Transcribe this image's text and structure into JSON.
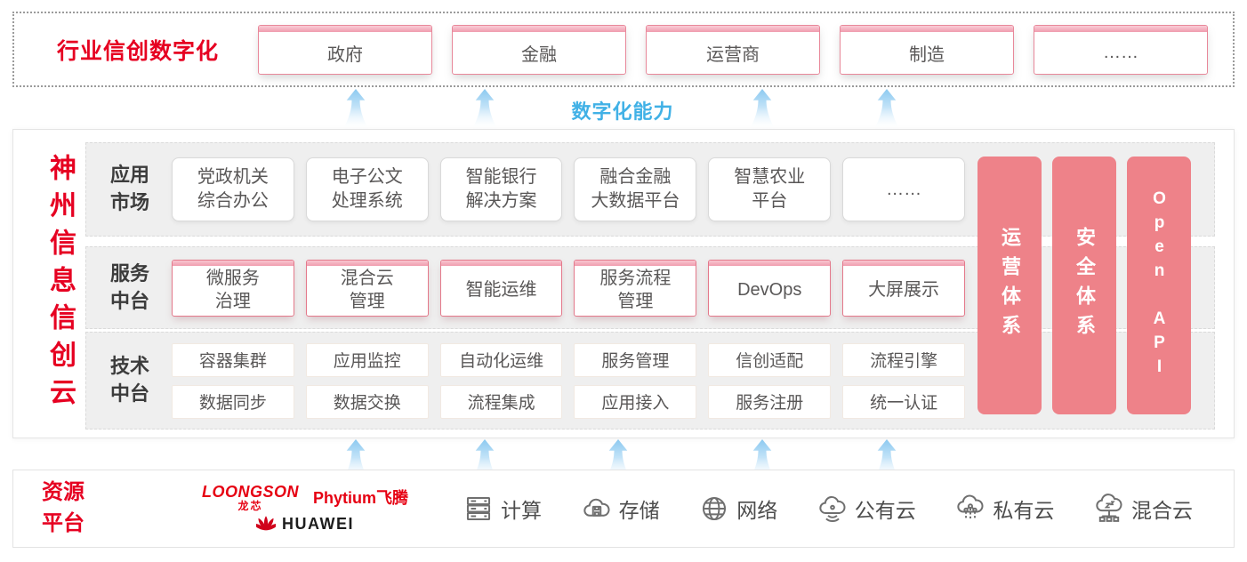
{
  "industry": {
    "label": "行业信创数字化",
    "sectors": [
      "政府",
      "金融",
      "运营商",
      "制造",
      "……"
    ]
  },
  "capability_label": "数字化能力",
  "cloud": {
    "title": "神州信息信创云",
    "rows": [
      {
        "label": "应用\n市场",
        "boxes": [
          "党政机关\n综合办公",
          "电子公文\n处理系统",
          "智能银行\n解决方案",
          "融合金融\n大数据平台",
          "智慧农业\n平台",
          "……"
        ]
      },
      {
        "label": "服务\n中台",
        "boxes": [
          "微服务\n治理",
          "混合云\n管理",
          "智能运维",
          "服务流程\n管理",
          "DevOps",
          "大屏展示"
        ]
      },
      {
        "label": "技术\n中台",
        "boxes_top": [
          "容器集群",
          "应用监控",
          "自动化运维",
          "服务管理",
          "信创适配",
          "流程引擎"
        ],
        "boxes_bottom": [
          "数据同步",
          "数据交换",
          "流程集成",
          "应用接入",
          "服务注册",
          "统一认证"
        ]
      }
    ],
    "pillars": [
      "运营体系",
      "安全体系",
      "Open API"
    ]
  },
  "resources": {
    "label": "资源\n平台",
    "vendors": {
      "loongson": "LOONGSON",
      "loongson_sub": "龙芯",
      "phytium": "Phytium飞腾",
      "huawei": "HUAWEI"
    },
    "items": [
      {
        "icon": "compute-server-icon",
        "label": "计算"
      },
      {
        "icon": "storage-cloud-icon",
        "label": "存储"
      },
      {
        "icon": "network-globe-icon",
        "label": "网络"
      },
      {
        "icon": "public-cloud-icon",
        "label": "公有云"
      },
      {
        "icon": "private-cloud-icon",
        "label": "私有云"
      },
      {
        "icon": "hybrid-cloud-icon",
        "label": "混合云"
      }
    ]
  },
  "colors": {
    "brand_red": "#e60021",
    "pillar_salmon": "#ee8289",
    "box_border_red": "#e4798b",
    "capability_blue": "#41b1e6",
    "arrow_blue": "#a9d7f5",
    "text_gray": "#595757",
    "row_bg": "#efefef"
  }
}
